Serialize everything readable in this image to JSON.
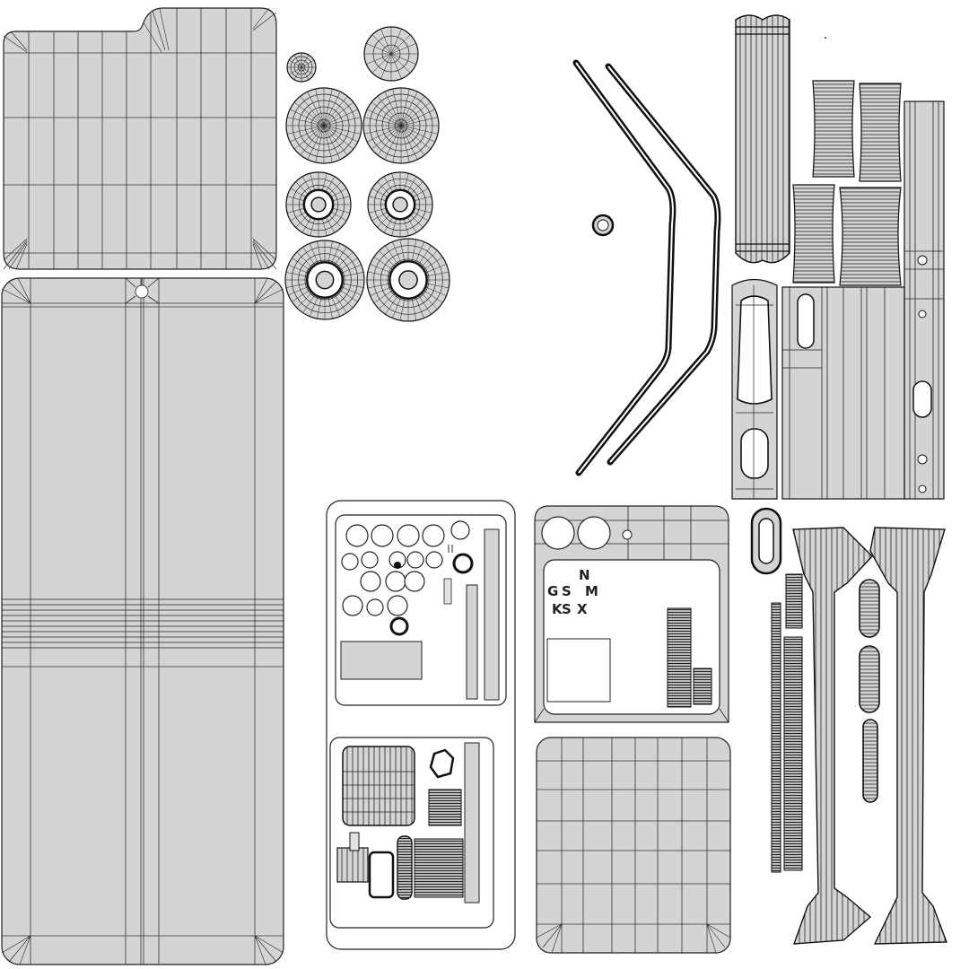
{
  "scene": {
    "kind": "uv-wireframe-layout",
    "colors": {
      "background": "#ffffff",
      "island_fill": "#d4d4d4",
      "wire_line": "#2a2a2a",
      "dense_wire": "#111111",
      "light_fill": "#e2e2e2"
    }
  },
  "texture_glyphs": [
    "G",
    "S",
    "S",
    "X",
    "N",
    "M",
    "K"
  ]
}
